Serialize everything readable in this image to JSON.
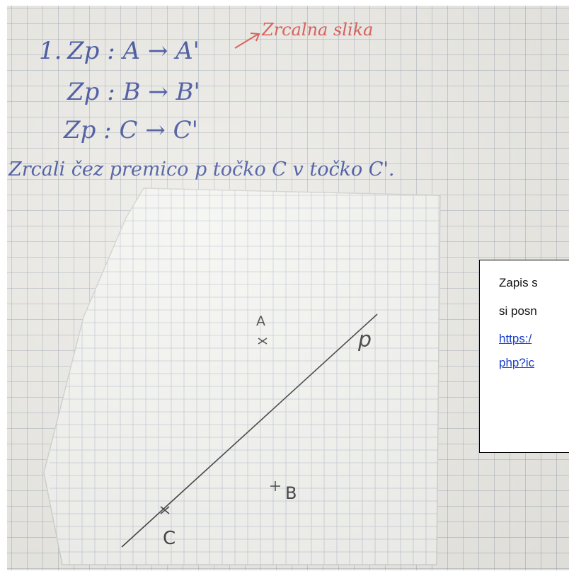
{
  "handwriting": {
    "line1_number": "1.",
    "line1_map": "Zp : A → A'",
    "line1_annotation": "Zrcalna slika",
    "line2_map": "Zp : B → B'",
    "line3_map": "Zp : C → C'",
    "line4_sentence": "Zrcali čez premico p točko C v točko C'."
  },
  "sketch": {
    "point_a_label": "A",
    "point_b_label": "B",
    "point_c_label": "C",
    "line_label": "p"
  },
  "note": {
    "line1": "Zapis s",
    "line2": "si posn",
    "link_line1": "https:/",
    "link_line2": "php?ic"
  },
  "colors": {
    "blue_ink": "#3e4f9c",
    "red_ink": "#d9534f",
    "pencil": "#3a3a3a",
    "link": "#1a3fc7"
  }
}
